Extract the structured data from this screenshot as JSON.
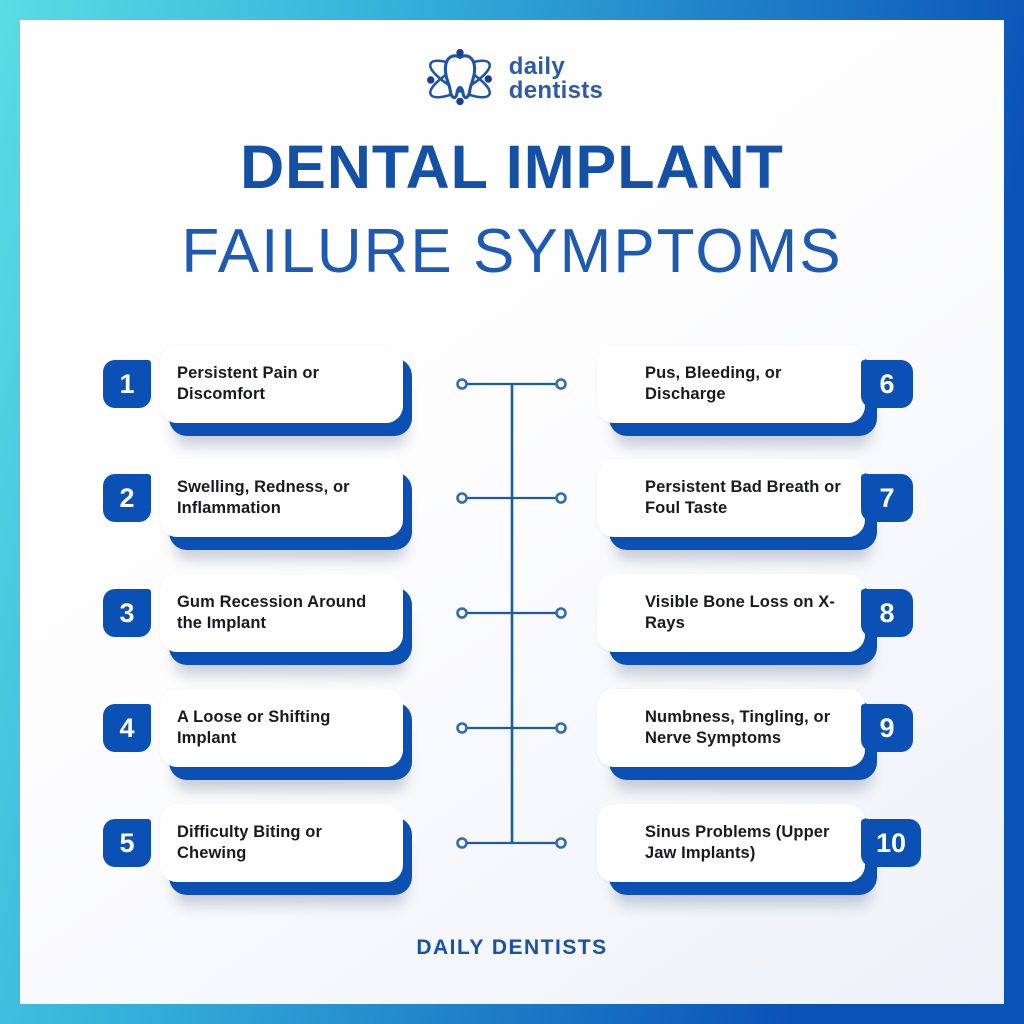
{
  "brand": {
    "logo_line1": "daily",
    "logo_line2": "dentists"
  },
  "title": {
    "line1": "DENTAL IMPLANT",
    "line2": "FAILURE SYMPTOMS"
  },
  "footer": {
    "text": "DAILY DENTISTS"
  },
  "items": [
    {
      "number": "1",
      "text": "Persistent Pain or Discomfort",
      "side": "left"
    },
    {
      "number": "2",
      "text": "Swelling, Redness, or Inflammation",
      "side": "left"
    },
    {
      "number": "3",
      "text": "Gum Recession Around the Implant",
      "side": "left"
    },
    {
      "number": "4",
      "text": "A Loose or Shifting Implant",
      "side": "left"
    },
    {
      "number": "5",
      "text": "Difficulty Biting or Chewing",
      "side": "left"
    },
    {
      "number": "6",
      "text": "Pus, Bleeding, or Discharge",
      "side": "right"
    },
    {
      "number": "7",
      "text": "Persistent Bad Breath or Foul Taste",
      "side": "right"
    },
    {
      "number": "8",
      "text": "Visible Bone Loss on X-Rays",
      "side": "right"
    },
    {
      "number": "9",
      "text": "Numbness, Tingling, or Nerve Symptoms",
      "side": "right"
    },
    {
      "number": "10",
      "text": "Sinus Problems (Upper Jaw Implants)",
      "side": "right"
    }
  ],
  "colors": {
    "accent_blue": "#0b50b4",
    "title_bold_blue": "#1450a6",
    "title_light_blue": "#1d5ab2",
    "border_gradient_start": "#5adde4",
    "border_gradient_end": "#0b52b8",
    "connector_line": "#1d5c9e",
    "connector_ring": "#2f6cb3",
    "card_text": "#191a1f",
    "logo_blue": "#2b5caa"
  }
}
